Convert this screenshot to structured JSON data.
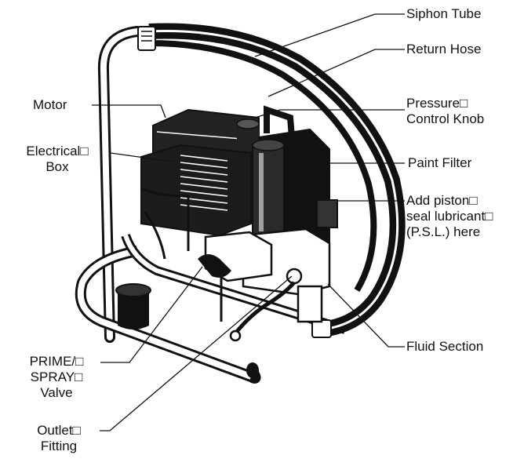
{
  "labels": {
    "siphon_tube": "Siphon Tube",
    "return_hose": "Return Hose",
    "motor": "Motor",
    "pressure_control_knob": [
      "Pressure□",
      "Control Knob"
    ],
    "electrical_box": [
      "Electrical□",
      "Box"
    ],
    "paint_filter": "Paint Filter",
    "add_psl": [
      "Add piston□",
      "seal lubricant□",
      "(P.S.L.) here"
    ],
    "fluid_section": "Fluid Section",
    "prime_spray_valve": [
      "PRIME/□",
      "SPRAY□",
      "Valve"
    ],
    "outlet_fitting": [
      "Outlet□",
      "Fitting"
    ]
  }
}
